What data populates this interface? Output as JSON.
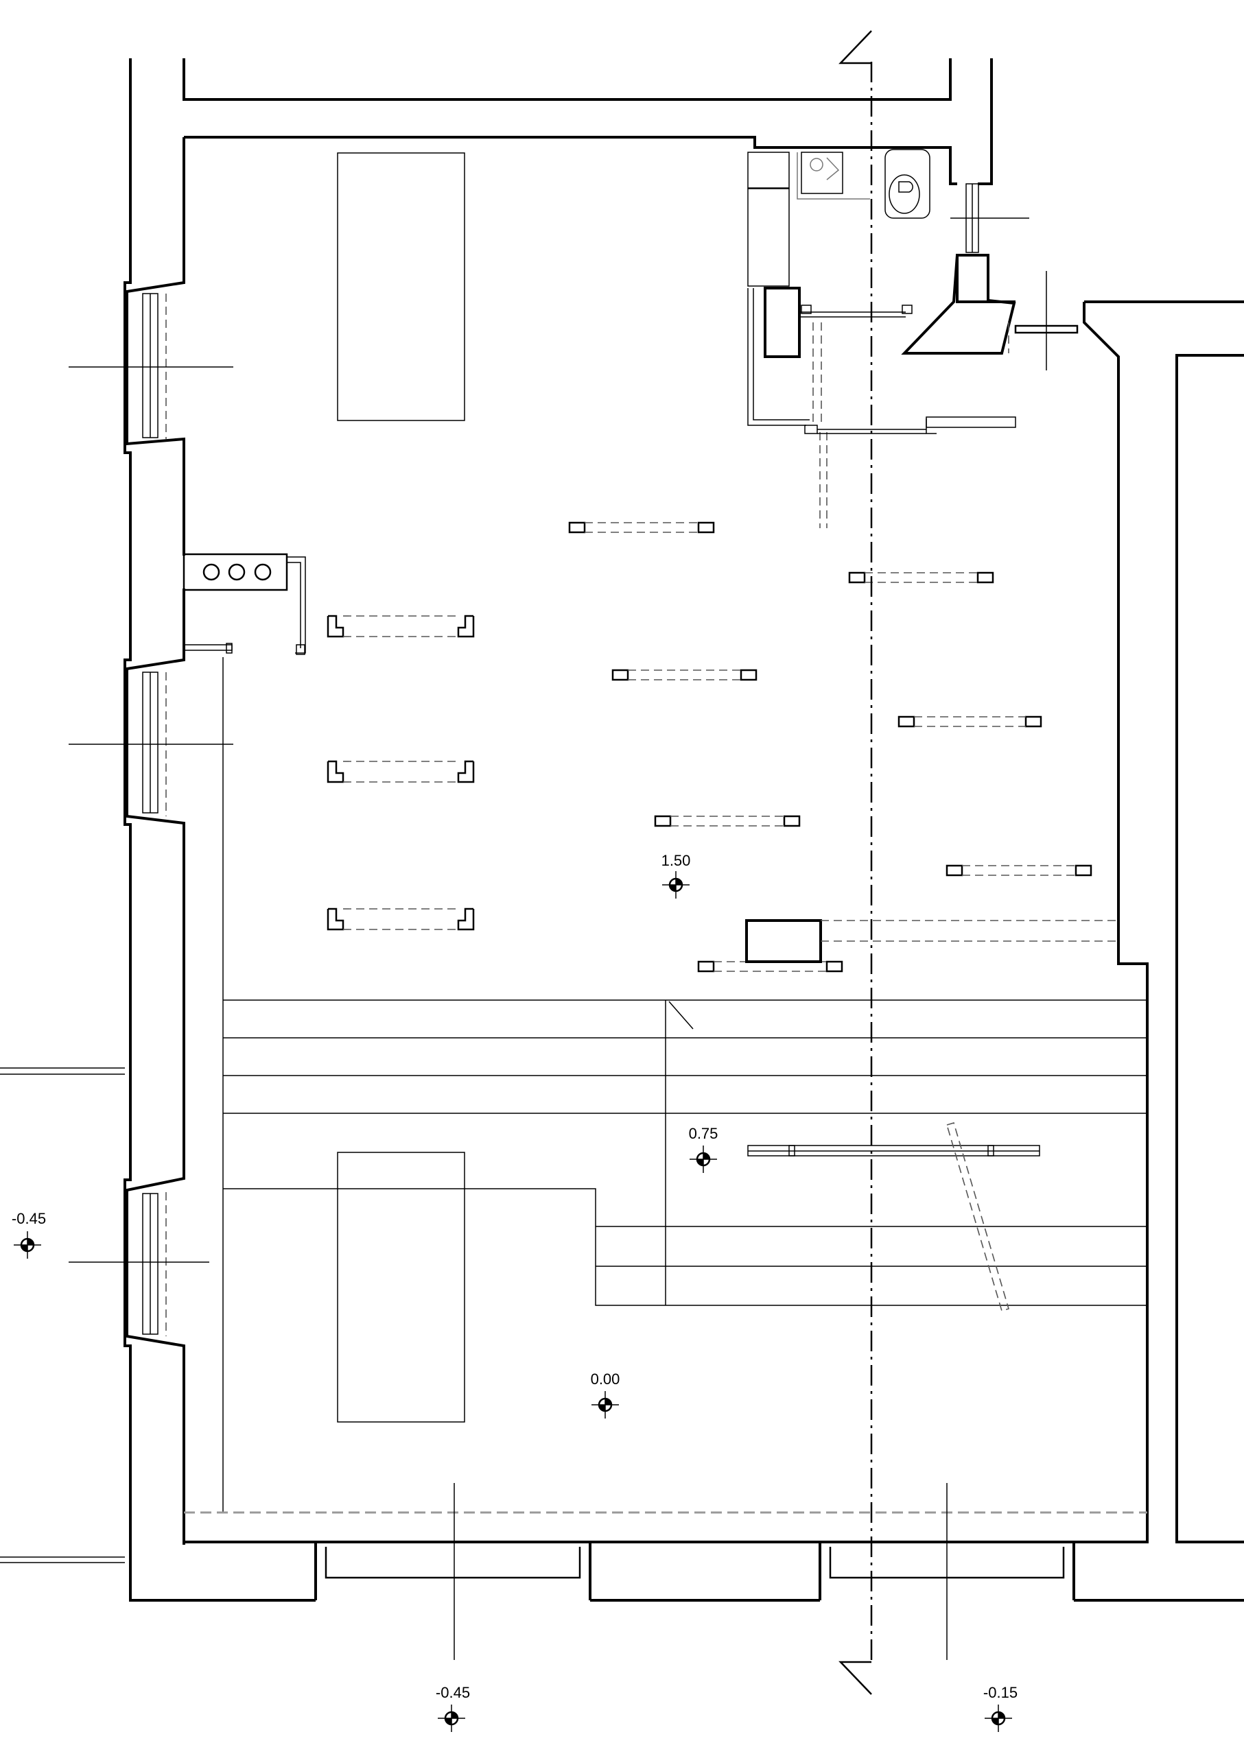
{
  "levels": {
    "l_150": "1.50",
    "l_075": "0.75",
    "l_000": "0.00",
    "l_west": "-0.45",
    "l_south_left": "-0.45",
    "l_south_right": "-0.15"
  },
  "colors": {
    "line": "#000000",
    "hidden": "#555555",
    "secondary": "#777777",
    "background": "#ffffff"
  },
  "icons": {
    "level_marker": "level-marker-icon"
  }
}
